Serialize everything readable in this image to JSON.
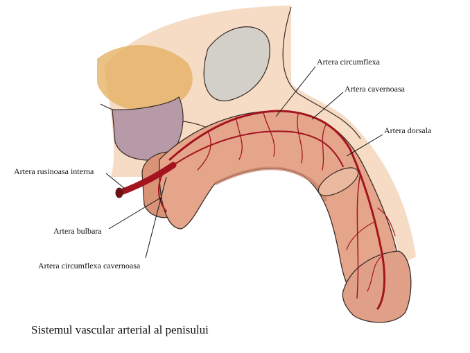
{
  "labels": {
    "circumflexa": "Artera circumflexa",
    "cavernoasa": "Artera cavernoasa",
    "dorsala": "Artera dorsala",
    "rusinoasa": "Artera rusinoasa interna",
    "bulbara": "Artera bulbara",
    "circumflexa_cavernoasa": "Artera circumflexa cavernoasa"
  },
  "caption": "Sistemul vascular arterial al penisului",
  "colors": {
    "background": "#ffffff",
    "pelvis_tissue": "#f6dcc4",
    "bone": "#d2d0c8",
    "fat_tint": "#e3ad5e",
    "bladder": "#b79aa8",
    "corpus": "#e4a58a",
    "corpus_shadow": "#c9826a",
    "artery": "#a3141e",
    "outline": "#3a2a26",
    "leader": "#111111"
  }
}
